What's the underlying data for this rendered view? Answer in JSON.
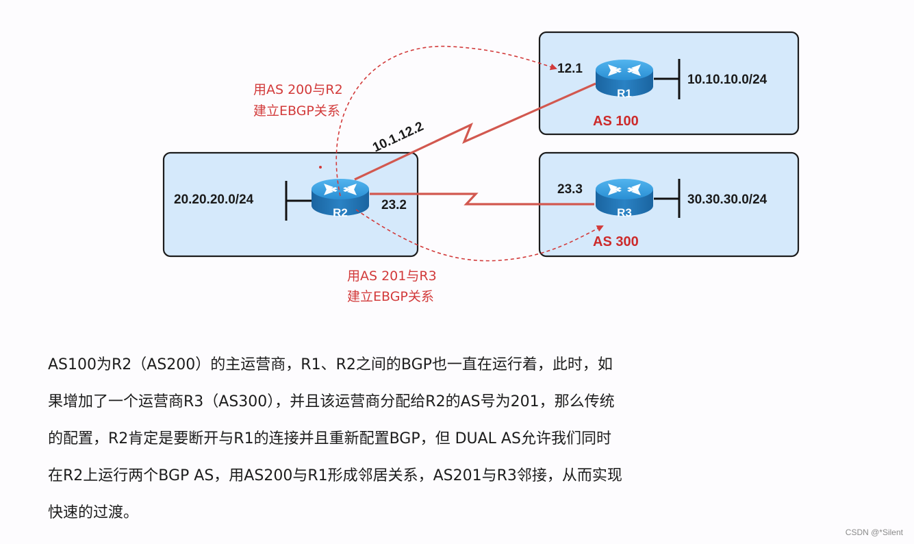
{
  "colors": {
    "box_fill": "#d5e9fb",
    "link_red": "#d2584f",
    "note_red": "#d23a3a",
    "as_red": "#cc2a2a",
    "router_top": "#3aa0e0",
    "router_side": "#1d6fae"
  },
  "routers": {
    "r1": {
      "name": "R1",
      "as": "AS 100",
      "interface": "12.1",
      "network": "10.10.10.0/24"
    },
    "r2": {
      "name": "R2",
      "network": "20.20.20.0/24",
      "interface_r3": "23.2",
      "interface_r1": "10.1.12.2"
    },
    "r3": {
      "name": "R3",
      "as": "AS 300",
      "interface": "23.3",
      "network": "30.30.30.0/24"
    }
  },
  "annotations": {
    "to_r1": {
      "line1": "用AS 200与R2",
      "line2": "建立EBGP关系"
    },
    "to_r3": {
      "line1": "用AS 201与R3",
      "line2": "建立EBGP关系"
    }
  },
  "description": {
    "lines": [
      "AS100为R2（AS200）的主运营商，R1、R2之间的BGP也一直在运行着，此时，如",
      "果增加了一个运营商R3（AS300），并且该运营商分配给R2的AS号为201，那么传统",
      "的配置，R2肯定是要断开与R1的连接并且重新配置BGP，但  DUAL AS允许我们同时",
      "在R2上运行两个BGP AS，用AS200与R1形成邻居关系，AS201与R3邻接，从而实现",
      "快速的过渡。"
    ]
  },
  "watermark": "CSDN @*Silent"
}
